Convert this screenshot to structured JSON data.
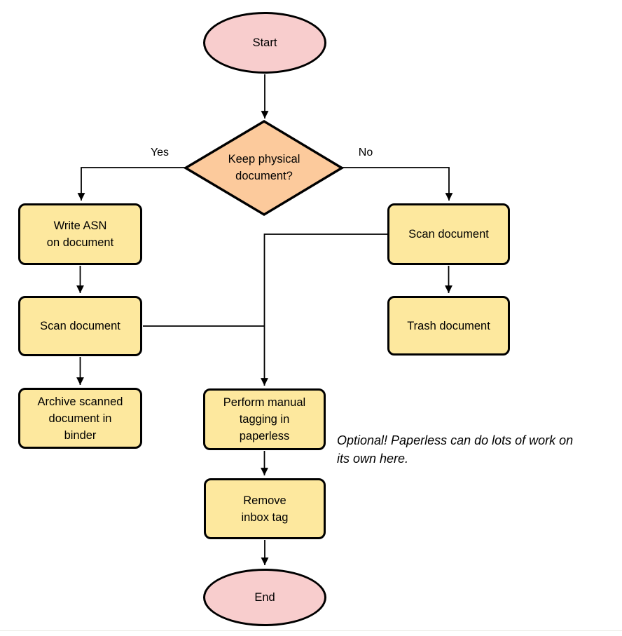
{
  "diagram": {
    "type": "flowchart",
    "colors": {
      "terminal_fill": "#f8cdcd",
      "decision_fill": "#fcca9c",
      "process_fill": "#fde89e",
      "stroke": "#000000",
      "background": "#ffffff"
    },
    "nodes": {
      "start": {
        "shape": "ellipse",
        "label": "Start"
      },
      "decision": {
        "shape": "diamond",
        "label": "Keep physical\ndocument?"
      },
      "write_asn": {
        "shape": "process",
        "label": "Write ASN\non document"
      },
      "scan_left": {
        "shape": "process",
        "label": "Scan document"
      },
      "archive": {
        "shape": "process",
        "label": "Archive scanned\ndocument in\nbinder"
      },
      "scan_right": {
        "shape": "process",
        "label": "Scan document"
      },
      "trash": {
        "shape": "process",
        "label": "Trash document"
      },
      "tagging": {
        "shape": "process",
        "label": "Perform manual\ntagging in\npaperless"
      },
      "remove_inbox": {
        "shape": "process",
        "label": "Remove\ninbox tag"
      },
      "end": {
        "shape": "ellipse",
        "label": "End"
      }
    },
    "edge_labels": {
      "yes": "Yes",
      "no": "No"
    },
    "note": {
      "text": "Optional! Paperless can do lots of work on\nits own here."
    }
  }
}
